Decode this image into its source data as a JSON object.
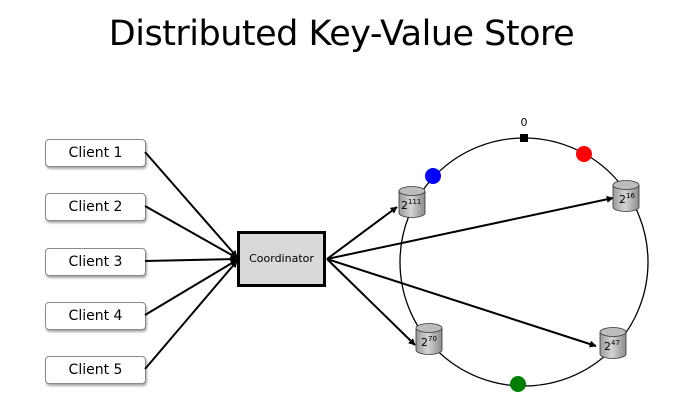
{
  "title": "Distributed Key-Value Store",
  "clients": [
    {
      "label": "Client 1"
    },
    {
      "label": "Client 2"
    },
    {
      "label": "Client 3"
    },
    {
      "label": "Client 4"
    },
    {
      "label": "Client 5"
    }
  ],
  "coordinator": {
    "label": "Coordinator"
  },
  "ring": {
    "zero_label": "0",
    "servers": [
      {
        "base": "2",
        "exponent": "111"
      },
      {
        "base": "2",
        "exponent": "16"
      },
      {
        "base": "2",
        "exponent": "70"
      },
      {
        "base": "2",
        "exponent": "47"
      }
    ],
    "keys": [
      {
        "color": "#0000ff"
      },
      {
        "color": "#ff0000"
      },
      {
        "color": "#008000"
      }
    ]
  }
}
